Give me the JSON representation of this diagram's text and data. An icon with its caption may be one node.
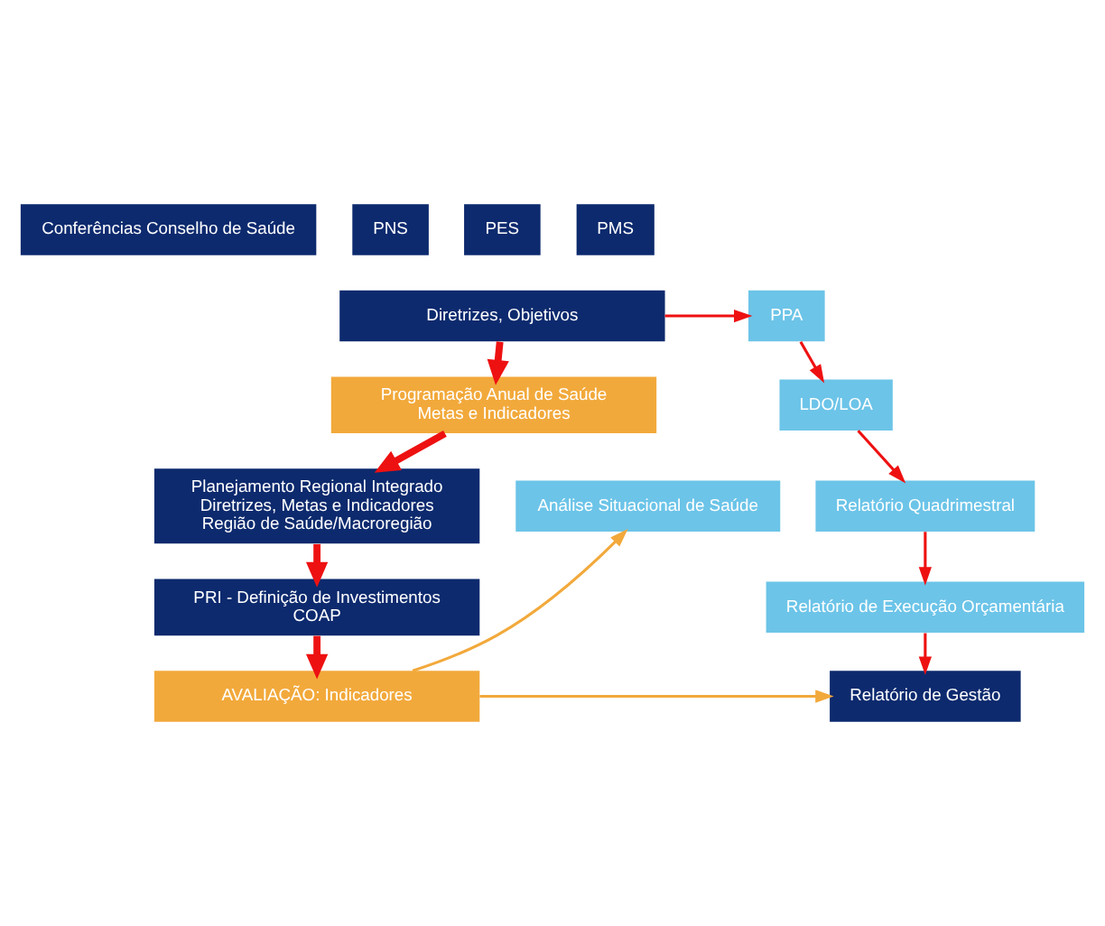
{
  "diagram": {
    "nodes": [
      {
        "text": [
          "Conferências Conselho de Saúde"
        ]
      },
      {
        "text": [
          "PNS"
        ]
      },
      {
        "text": [
          "PES"
        ]
      },
      {
        "text": [
          "PMS"
        ]
      },
      {
        "text": [
          "Diretrizes, Objetivos"
        ]
      },
      {
        "text": [
          "PPA"
        ]
      },
      {
        "text": [
          "Programação Anual de Saúde",
          "Metas e Indicadores"
        ]
      },
      {
        "text": [
          "LDO/LOA"
        ]
      },
      {
        "text": [
          "Relatório Quadrimestral"
        ]
      },
      {
        "text": [
          "Análise Situacional de Saúde"
        ]
      },
      {
        "text": [
          "Planejamento Regional Integrado",
          "Diretrizes, Metas e Indicadores",
          "Região de Saúde/Macroregião"
        ]
      },
      {
        "text": [
          "Relatório de Execução Orçamentária"
        ]
      },
      {
        "text": [
          "PRI - Definição de Investimentos",
          "COAP"
        ]
      },
      {
        "text": [
          "Relatório de Gestão"
        ]
      },
      {
        "text": [
          "AVALIAÇÃO: Indicadores"
        ]
      }
    ],
    "edges": [
      {
        "from": 4,
        "to": 5,
        "arrow": "to"
      },
      {
        "from": 4,
        "to": 6,
        "arrow": "to",
        "style": "thick"
      },
      {
        "from": 6,
        "to": 10,
        "arrow": "to",
        "style": "thick"
      },
      {
        "from": 10,
        "to": 12,
        "arrow": "to",
        "style": "thick"
      },
      {
        "from": 12,
        "to": 14,
        "arrow": "to",
        "style": "thick"
      },
      {
        "from": 5,
        "to": 7,
        "arrow": "to"
      },
      {
        "from": 7,
        "to": 8,
        "arrow": "to"
      },
      {
        "from": 8,
        "to": 11,
        "arrow": "to"
      },
      {
        "from": 11,
        "to": 13,
        "arrow": "to"
      },
      {
        "from": 14,
        "to": 9,
        "arrow": "to",
        "color": "#f2a93b"
      },
      {
        "from": 14,
        "to": 13,
        "arrow": "to",
        "color": "#f2a93b"
      }
    ]
  }
}
